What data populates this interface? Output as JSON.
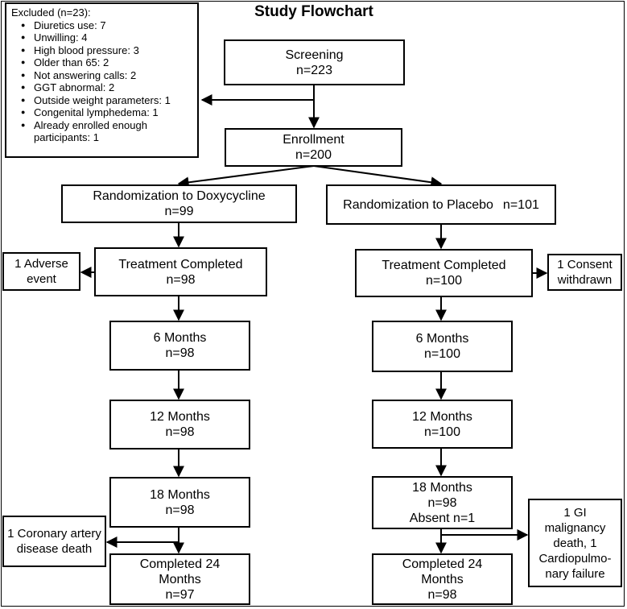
{
  "title": "Study Flowchart",
  "excluded": {
    "heading": "Excluded (n=23):",
    "items": [
      "Diuretics use: 7",
      "Unwilling: 4",
      "High blood pressure: 3",
      "Older than 65: 2",
      "Not answering calls: 2",
      "GGT abnormal: 2",
      "Outside weight parameters: 1",
      "Congenital lymphedema: 1",
      "Already enrolled enough participants: 1"
    ]
  },
  "screening": {
    "label": "Screening",
    "n": "n=223"
  },
  "enrollment": {
    "label": "Enrollment",
    "n": "n=200"
  },
  "doxy": {
    "randomization": {
      "label": "Randomization to Doxycycline",
      "n": "n=99"
    },
    "treatment": {
      "label": "Treatment Completed",
      "n": "n=98"
    },
    "adverse": "1 Adverse event",
    "m6": {
      "label": "6 Months",
      "n": "n=98"
    },
    "m12": {
      "label": "12 Months",
      "n": "n=98"
    },
    "m18": {
      "label": "18 Months",
      "n": "n=98"
    },
    "cad_death": "1 Coronary artery disease death",
    "completed": {
      "line1": "Completed 24",
      "line2": "Months",
      "n": "n=97"
    }
  },
  "placebo": {
    "randomization": {
      "label": "Randomization to Placebo",
      "n": "n=101"
    },
    "treatment": {
      "label": "Treatment Completed",
      "n": "n=100"
    },
    "consent": "1 Consent withdrawn",
    "m6": {
      "label": "6 Months",
      "n": "n=100"
    },
    "m12": {
      "label": "12 Months",
      "n": "n=100"
    },
    "m18": {
      "label": "18 Months",
      "n": "n=98",
      "absent": "Absent n=1"
    },
    "gi_death": "1 GI malignancy death, 1 Cardiopulmo- nary failure",
    "completed": {
      "line1": "Completed 24",
      "line2": "Months",
      "n": "n=98"
    }
  }
}
